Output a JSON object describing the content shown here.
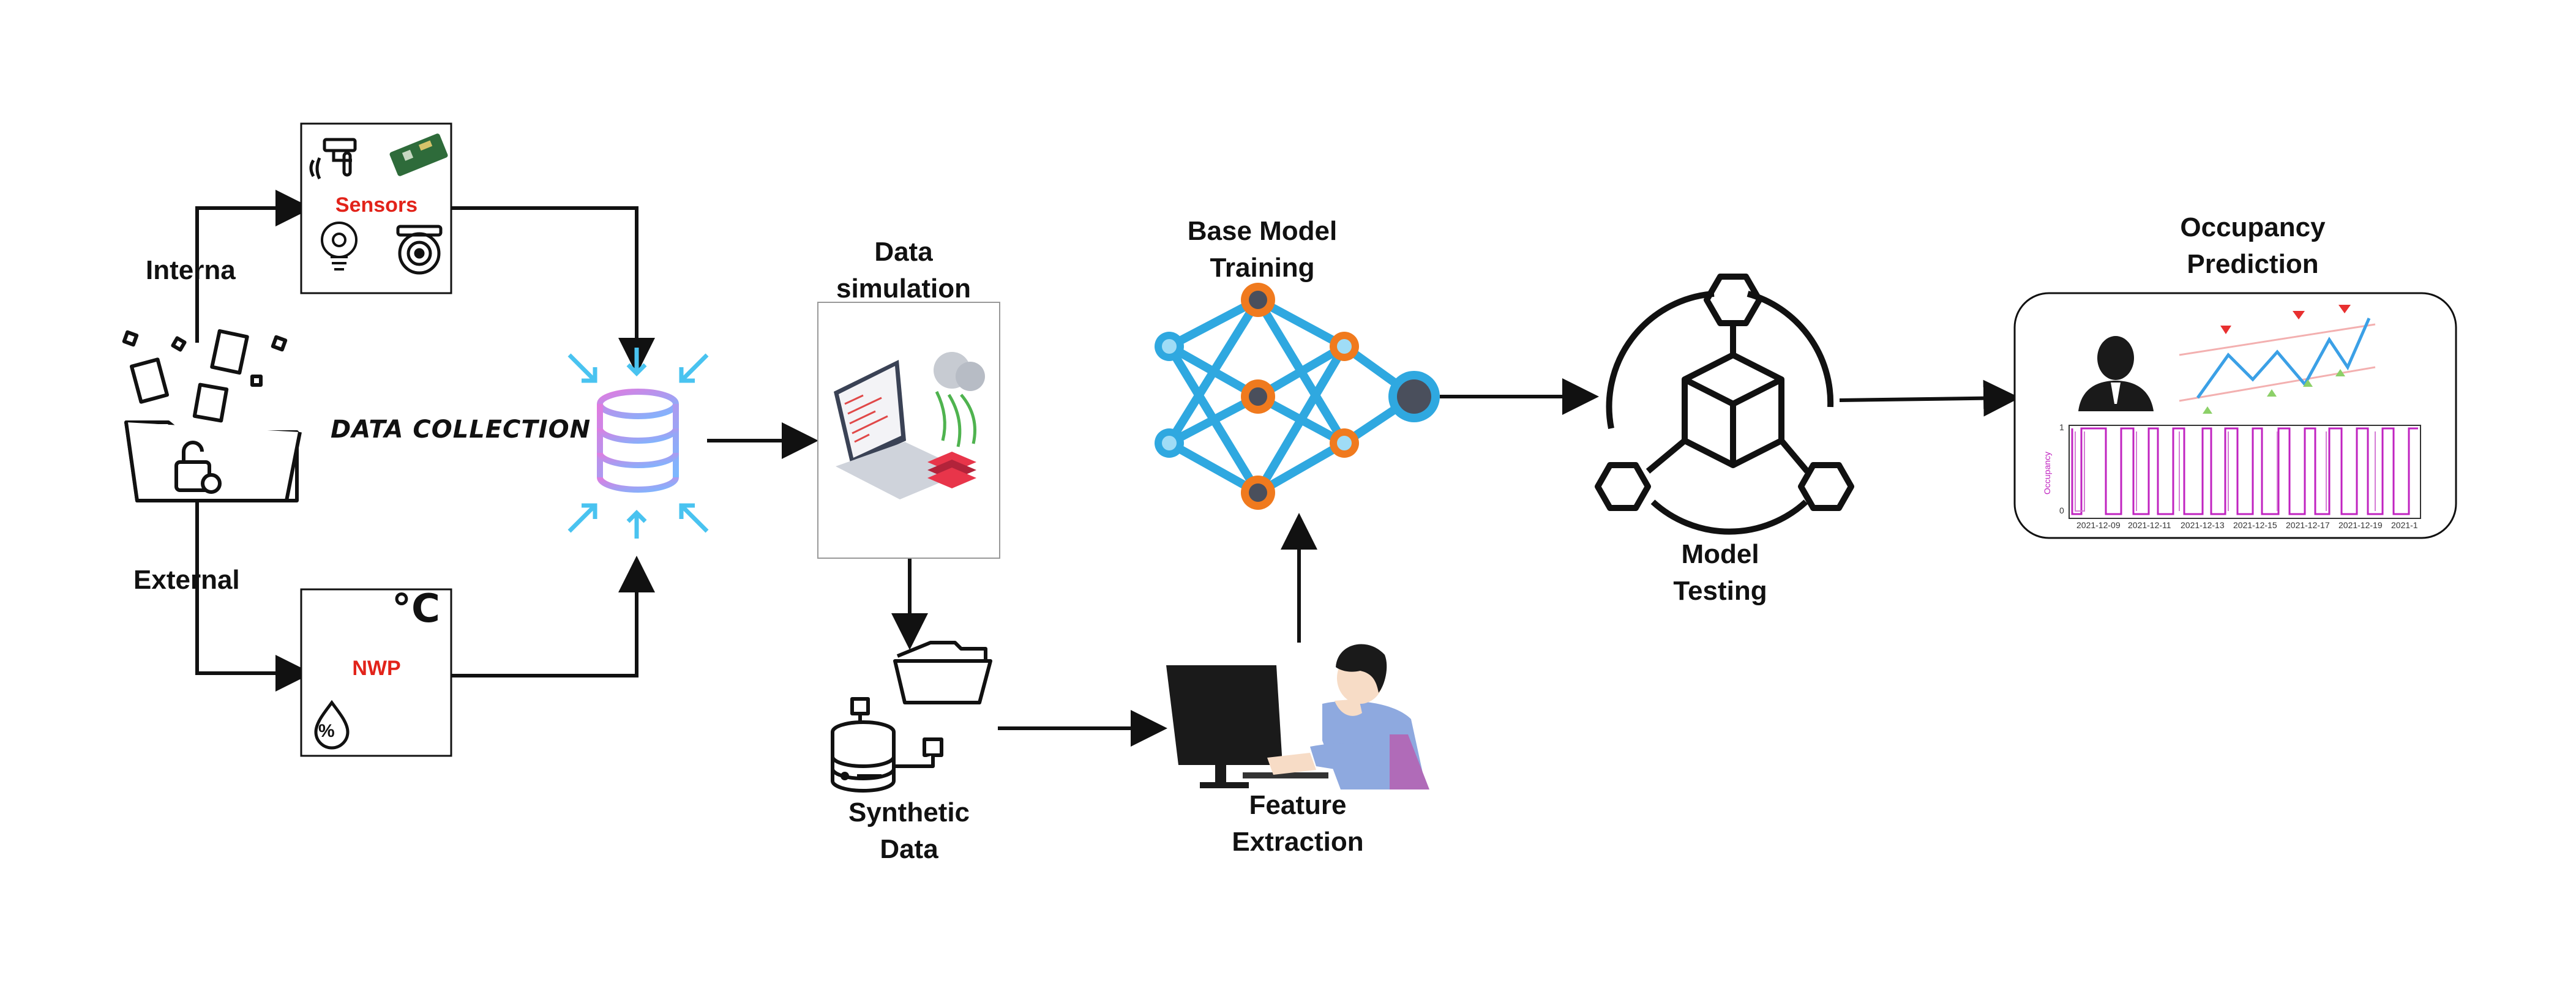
{
  "labels": {
    "internal": "Interna",
    "external": "External",
    "data_collection": "DATA COLLECTION",
    "sensors": "Sensors",
    "nwp": "NWP",
    "temp_unit": "°C",
    "humidity_symbol": "%",
    "data_simulation_l1": "Data",
    "data_simulation_l2": "simulation",
    "synthetic_l1": "Synthetic",
    "synthetic_l2": "Data",
    "base_model_l1": "Base Model",
    "base_model_l2": "Training",
    "feature_l1": "Feature",
    "feature_l2": "Extraction",
    "model_testing_l1": "Model",
    "model_testing_l2": "Testing",
    "occupancy_l1": "Occupancy",
    "occupancy_l2": "Prediction"
  },
  "occupancy_chart": {
    "ylabel": "Occupancy",
    "ytick_top": "1",
    "ytick_bottom": "0",
    "xticks": [
      "2021-12-09",
      "2021-12-11",
      "2021-12-13",
      "2021-12-15",
      "2021-12-17",
      "2021-12-19",
      "2021-1"
    ]
  },
  "colors": {
    "arrow": "#111111",
    "neural_blue": "#2fa8e0",
    "neural_orange": "#f07a1e",
    "label_red": "#e2231a",
    "occupancy_line": "#c023c0",
    "db_gradient_start": "#e07be0",
    "db_gradient_end": "#7ab8ff"
  }
}
